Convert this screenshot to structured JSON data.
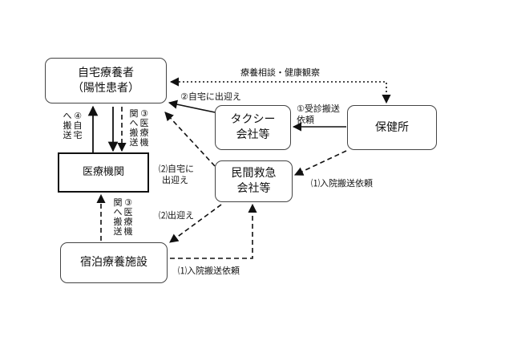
{
  "nodes": {
    "home_patient": {
      "line1": "自宅療養者",
      "line2": "（陽性患者）"
    },
    "health_center": {
      "label": "保健所"
    },
    "taxi": {
      "line1": "タクシー",
      "line2": "会社等"
    },
    "hospital": {
      "label": "医療機関"
    },
    "private_ambulance": {
      "line1": "民間救急",
      "line2": "会社等"
    },
    "lodging_facility": {
      "label": "宿泊療養施設"
    }
  },
  "labels": {
    "consultation": "療養相談・健康観察",
    "pickup_home_taxi": "②自宅に出迎え",
    "exam_transport_line1": "①受診搬送",
    "exam_transport_line2": "依頼",
    "pickup_home_ambulance_line1": "⑵自宅に",
    "pickup_home_ambulance_line2": "出迎え",
    "admission_request_center": "⑴入院搬送依頼",
    "pickup_facility": "⑵出迎え",
    "admission_request_facility": "⑴入院搬送依頼",
    "to_home_col1": "④自宅",
    "to_home_col2": "へ搬送",
    "to_hospital_col1": "③医療機",
    "to_hospital_col2": "関へ搬送",
    "facility_to_hospital_col1": "③医療機",
    "facility_to_hospital_col2": "関へ搬送"
  }
}
